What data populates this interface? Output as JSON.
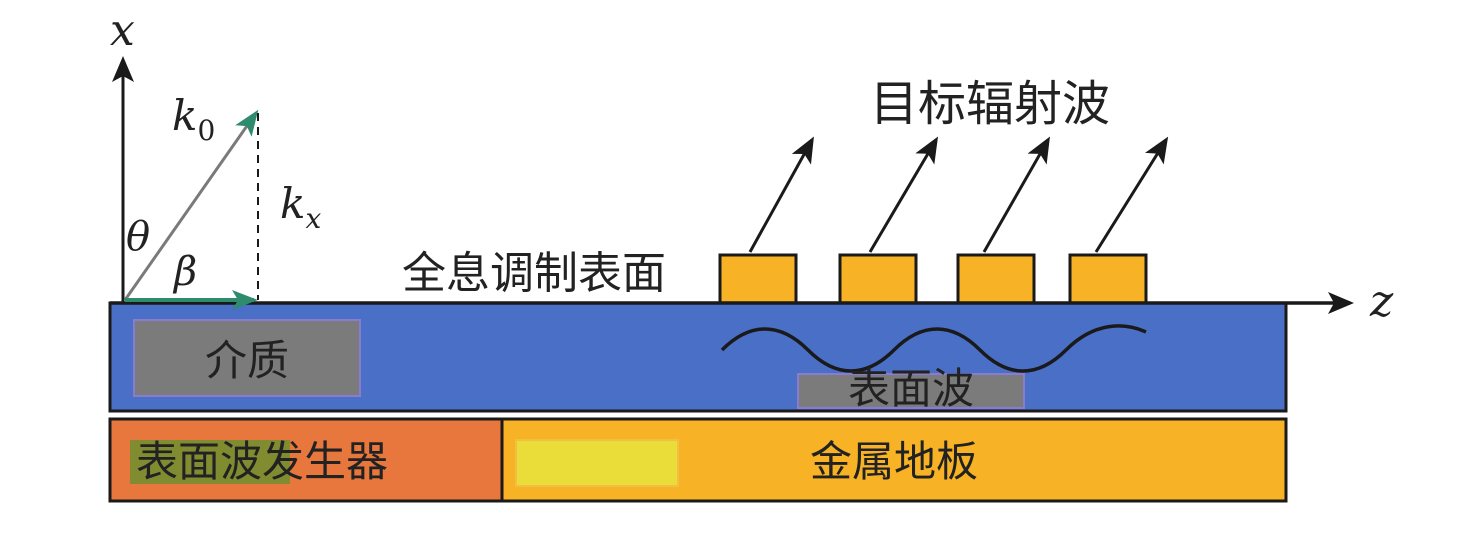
{
  "diagram": {
    "axis_x_label": "x",
    "axis_z_label": "z",
    "k0_label_main": "k",
    "k0_label_sub": "0",
    "kx_label_main": "k",
    "kx_label_sub": "x",
    "theta_label": "θ",
    "beta_label": "β",
    "target_wave_label": "目标辐射波",
    "holographic_surface_label": "全息调制表面",
    "dielectric_label": "介质",
    "surface_wave_label": "表面波",
    "surface_wave_generator_label_part1": "表面波",
    "surface_wave_generator_label_part2": "发生器",
    "metal_ground_label": "金属地板",
    "colors": {
      "dielectric": "#4a6fc6",
      "gray_box": "#7b7b7b",
      "generator": "#e8773d",
      "metal": "#f7b325",
      "patch": "#f7b325",
      "highlight_yellow": "#eadd3a",
      "green_highlight": "#6f8f2f",
      "arrow_green": "#2e8b6e",
      "outline": "#1a1a1a"
    }
  }
}
